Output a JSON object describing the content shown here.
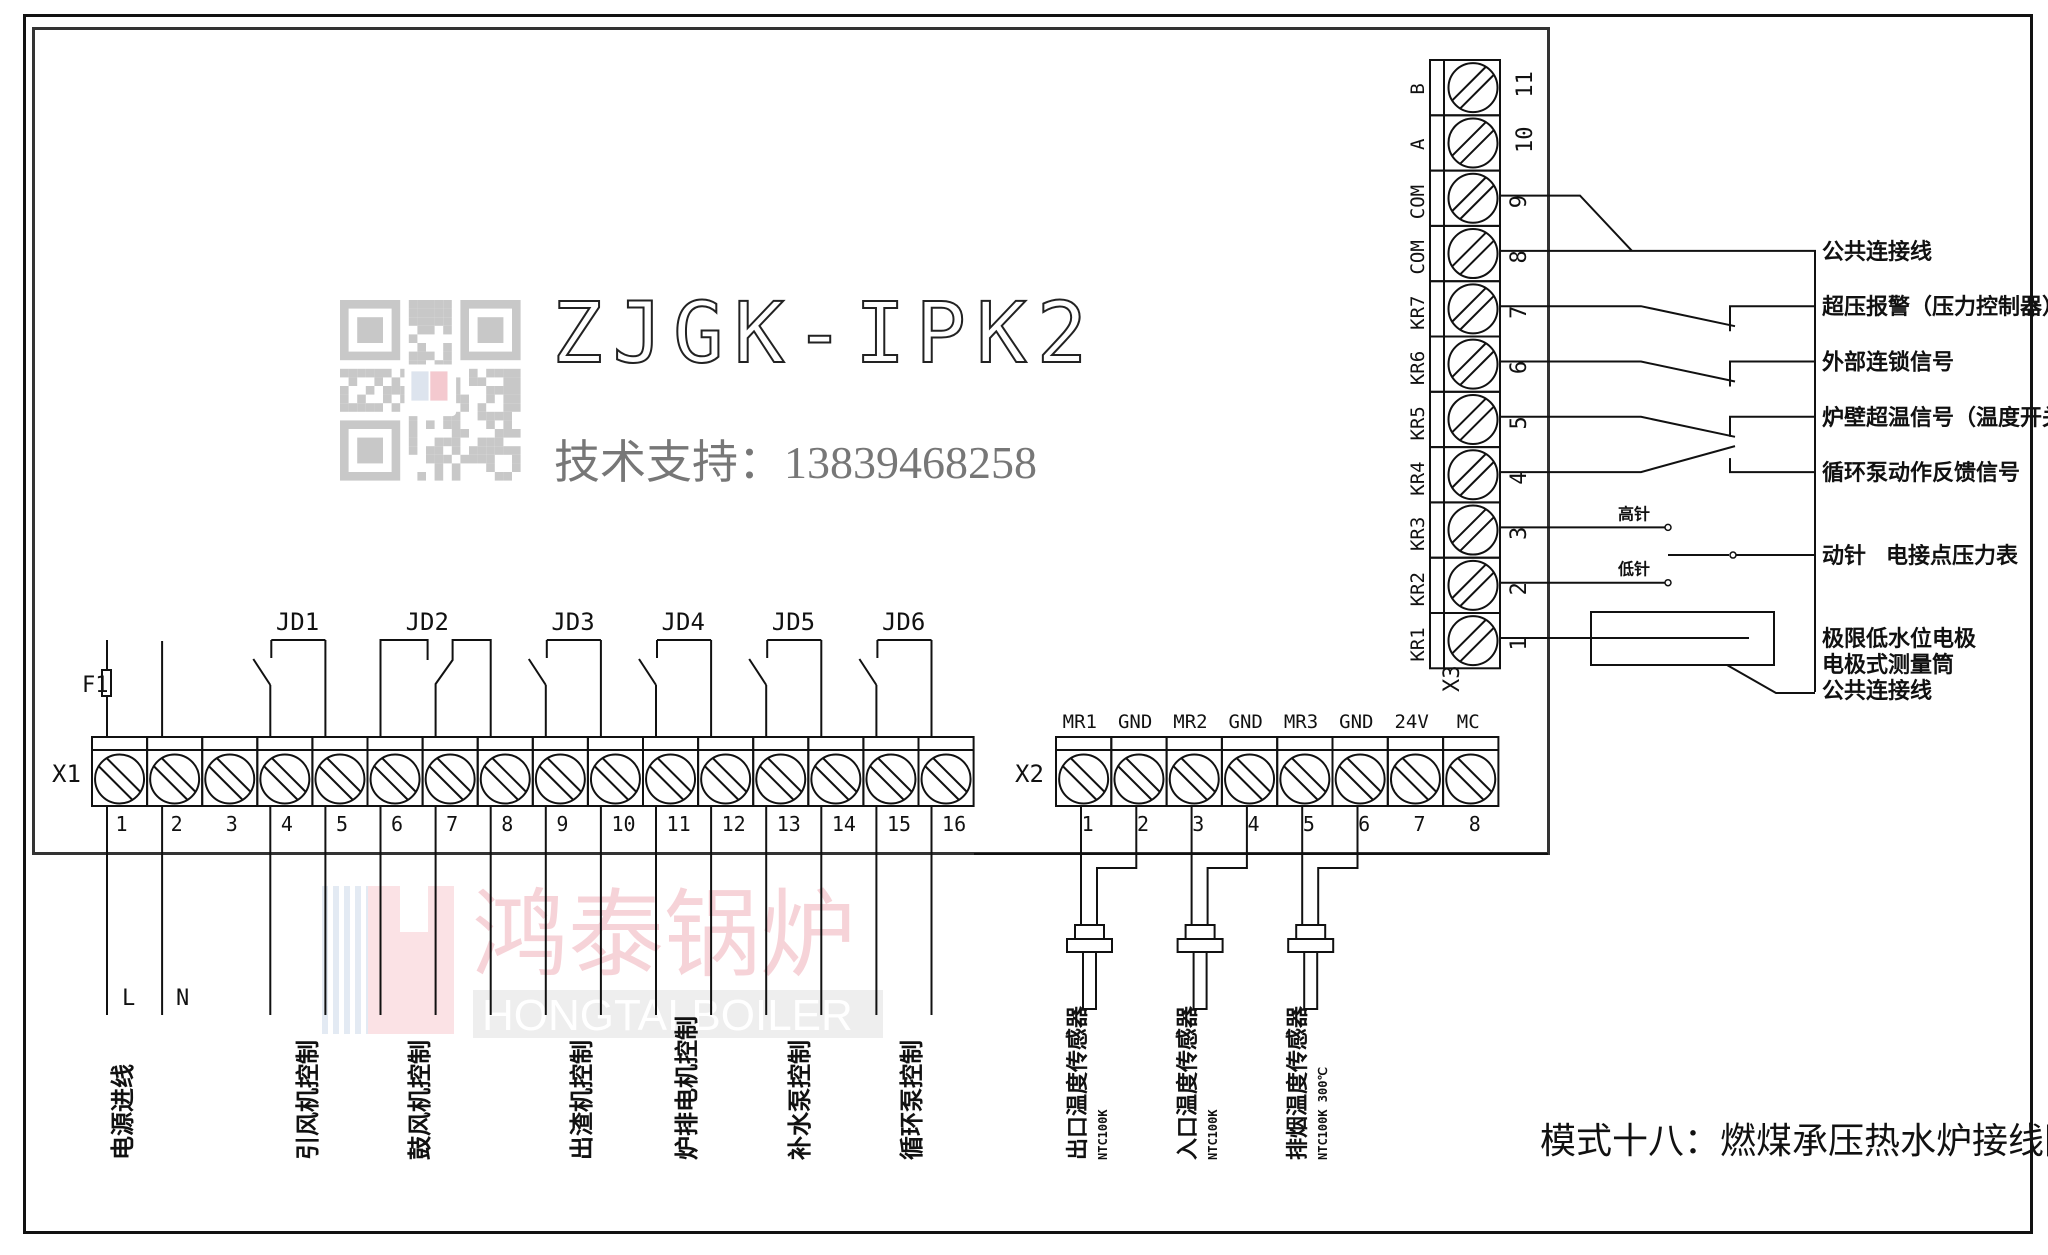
{
  "model": "ZJGK-IPK2",
  "support_label": "技术支持：",
  "support_phone": "13839468258",
  "diagram_title": "模式十八：燃煤承压热水炉接线图",
  "watermark": {
    "cn": "鸿泰锅炉",
    "en": "HONGTAI BOILER"
  },
  "x1": {
    "label": "X1",
    "fuse_label": "F1",
    "terminals": [
      "1",
      "2",
      "3",
      "4",
      "5",
      "6",
      "7",
      "8",
      "9",
      "10",
      "11",
      "12",
      "13",
      "14",
      "15",
      "16"
    ],
    "relays": [
      {
        "label": "JD1",
        "terminals": [
          4,
          5
        ]
      },
      {
        "label": "JD2",
        "terminals": [
          6,
          7,
          8
        ]
      },
      {
        "label": "JD3",
        "terminals": [
          9,
          10
        ]
      },
      {
        "label": "JD4",
        "terminals": [
          11,
          12
        ]
      },
      {
        "label": "JD5",
        "terminals": [
          13,
          14
        ]
      },
      {
        "label": "JD6",
        "terminals": [
          15,
          16
        ]
      }
    ],
    "line_labels": [
      "L",
      "N"
    ],
    "outputs": [
      {
        "label": "电源进线",
        "terminals": [
          1,
          2
        ]
      },
      {
        "label": "引风机控制",
        "terminals": [
          4,
          5
        ]
      },
      {
        "label": "鼓风机控制",
        "terminals": [
          6,
          7
        ]
      },
      {
        "label": "出渣机控制",
        "terminals": [
          9,
          10
        ]
      },
      {
        "label": "炉排电机控制",
        "terminals": [
          11,
          12
        ]
      },
      {
        "label": "补水泵控制",
        "terminals": [
          13,
          14
        ]
      },
      {
        "label": "循环泵控制",
        "terminals": [
          15,
          16
        ]
      }
    ]
  },
  "x2": {
    "label": "X2",
    "signals": [
      "MR1",
      "GND",
      "MR2",
      "GND",
      "MR3",
      "GND",
      "24V",
      "MC"
    ],
    "terminals": [
      "1",
      "2",
      "3",
      "4",
      "5",
      "6",
      "7",
      "8"
    ],
    "sensors": [
      {
        "name": "出口温度传感器",
        "spec": "NTC100K"
      },
      {
        "name": "入口温度传感器",
        "spec": "NTC100K"
      },
      {
        "name": "排烟温度传感器",
        "spec": "NTC100K  300℃"
      }
    ]
  },
  "x3": {
    "label": "X3",
    "signals": [
      "B",
      "A",
      "COM",
      "COM",
      "KR7",
      "KR6",
      "KR5",
      "KR4",
      "KR3",
      "KR2",
      "KR1"
    ],
    "terminals": [
      "11",
      "10",
      "9",
      "8",
      "7",
      "6",
      "5",
      "4",
      "3",
      "2",
      "1"
    ],
    "connections": [
      {
        "label": "公共连接线"
      },
      {
        "label": "超压报警（压力控制器）"
      },
      {
        "label": "外部连锁信号"
      },
      {
        "label": "炉壁超温信号（温度开关）"
      },
      {
        "label": "循环泵动作反馈信号"
      }
    ],
    "gauge": {
      "high": "高针",
      "low": "低针",
      "moving": "动针",
      "name": "电接点压力表"
    },
    "electrode": [
      "极限低水位电极",
      "电极式测量筒",
      "公共连接线"
    ]
  }
}
